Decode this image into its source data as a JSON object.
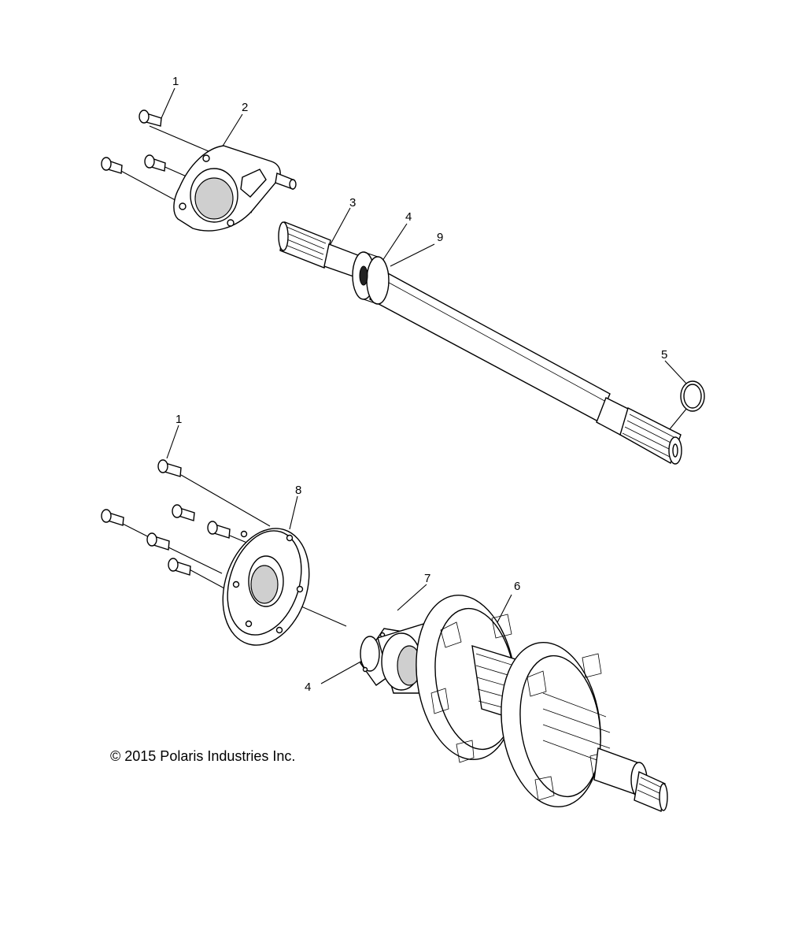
{
  "callouts": {
    "c1_top": "1",
    "c2": "2",
    "c3": "3",
    "c4_top": "4",
    "c9": "9",
    "c5": "5",
    "c1_bottom": "1",
    "c8": "8",
    "c7": "7",
    "c6": "6",
    "c4_bottom": "4"
  },
  "copyright": "© 2015 Polaris Industries Inc."
}
